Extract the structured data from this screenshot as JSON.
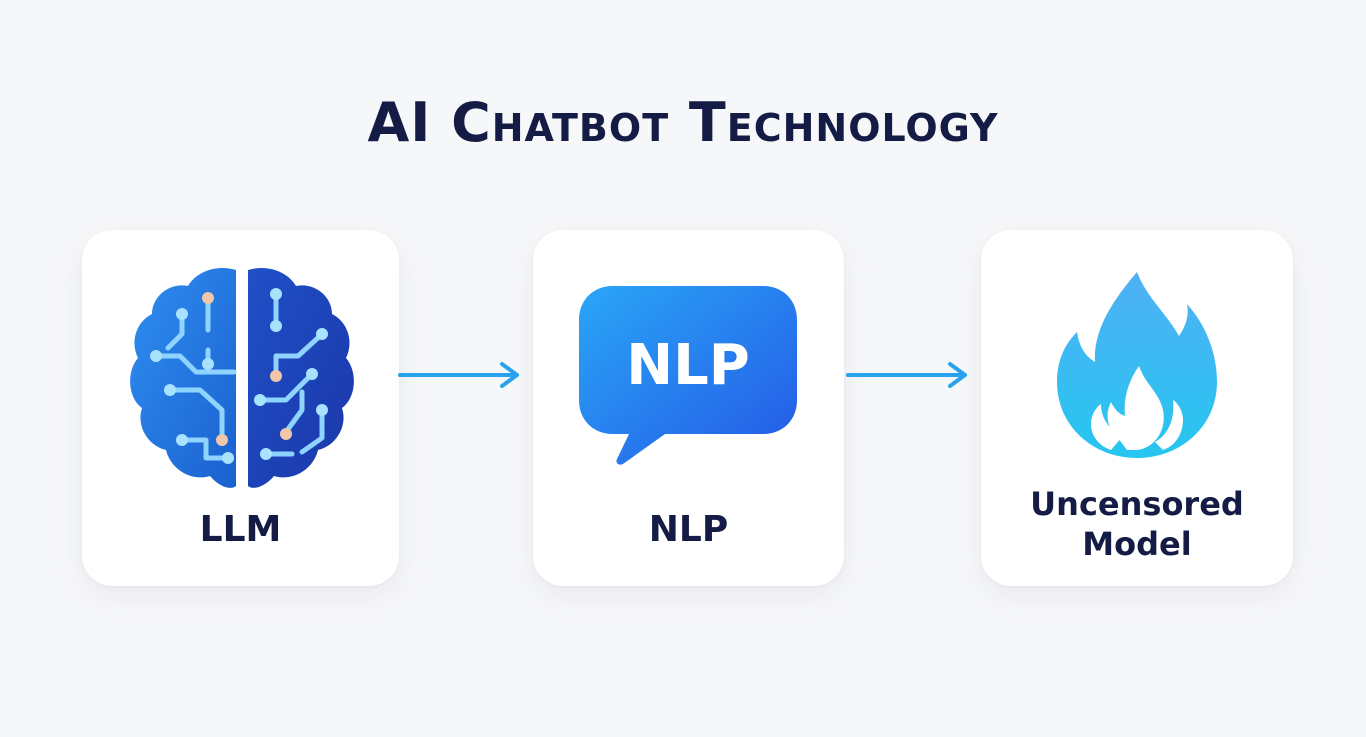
{
  "title": "AI Chatbot Technology",
  "colors": {
    "text_navy": "#141b44",
    "accent_blue": "#1e88e5",
    "light_blue": "#29b6f6",
    "deep_blue": "#1a3bb8"
  },
  "steps": [
    {
      "label": "LLM",
      "icon": "brain-circuit-icon"
    },
    {
      "label": "NLP",
      "icon": "speech-bubble-icon",
      "bubble_text": "NLP"
    },
    {
      "label": "Uncensored Model",
      "label_lines": [
        "Uncensored",
        "Model"
      ],
      "icon": "flame-icon"
    }
  ]
}
